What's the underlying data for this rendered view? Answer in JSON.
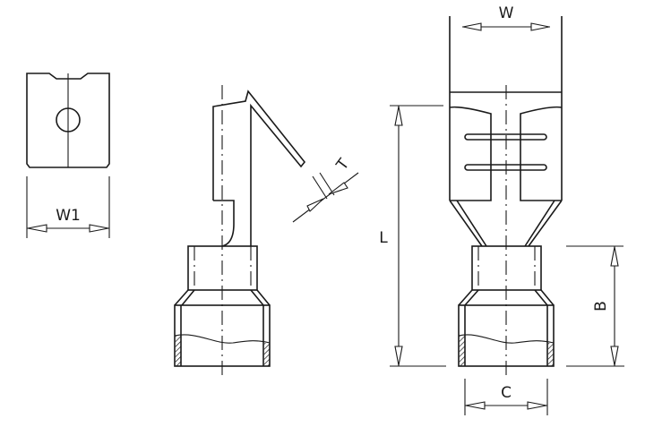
{
  "diagram": {
    "type": "technical drawing - female disconnect terminal",
    "line_color": "#1a1a1a",
    "background": "#ffffff",
    "dimensions": {
      "w1": "W1",
      "t": "T",
      "w": "W",
      "l": "L",
      "b": "B",
      "c": "C"
    }
  }
}
